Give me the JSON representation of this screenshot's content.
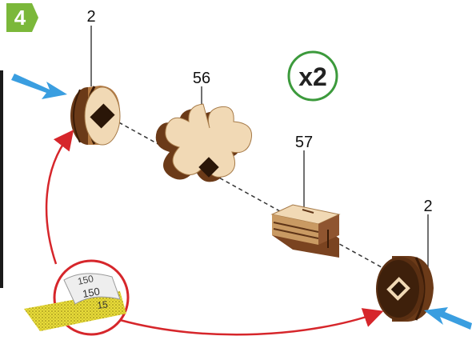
{
  "step": {
    "number": "4",
    "color": "#7bb83a"
  },
  "quantity_label": "x2",
  "quantity_color": "#3c9a3c",
  "parts": [
    {
      "id": "left-bushing",
      "label": "2"
    },
    {
      "id": "star-gear",
      "label": "56"
    },
    {
      "id": "slotted-block",
      "label": "57"
    },
    {
      "id": "right-bushing",
      "label": "2"
    }
  ],
  "sandpaper_labels": [
    "150",
    "150",
    "15"
  ],
  "colors": {
    "wood_light": "#f1d9b5",
    "wood_mid": "#c99a63",
    "wood_dark": "#5e3417",
    "arrow_blue": "#3a9ee0",
    "arrow_red": "#d6262b",
    "sandpaper": "#e3d64a"
  },
  "icons": [
    "press-arrow-icon",
    "sanding-arrow-icon",
    "sandpaper-icon"
  ]
}
